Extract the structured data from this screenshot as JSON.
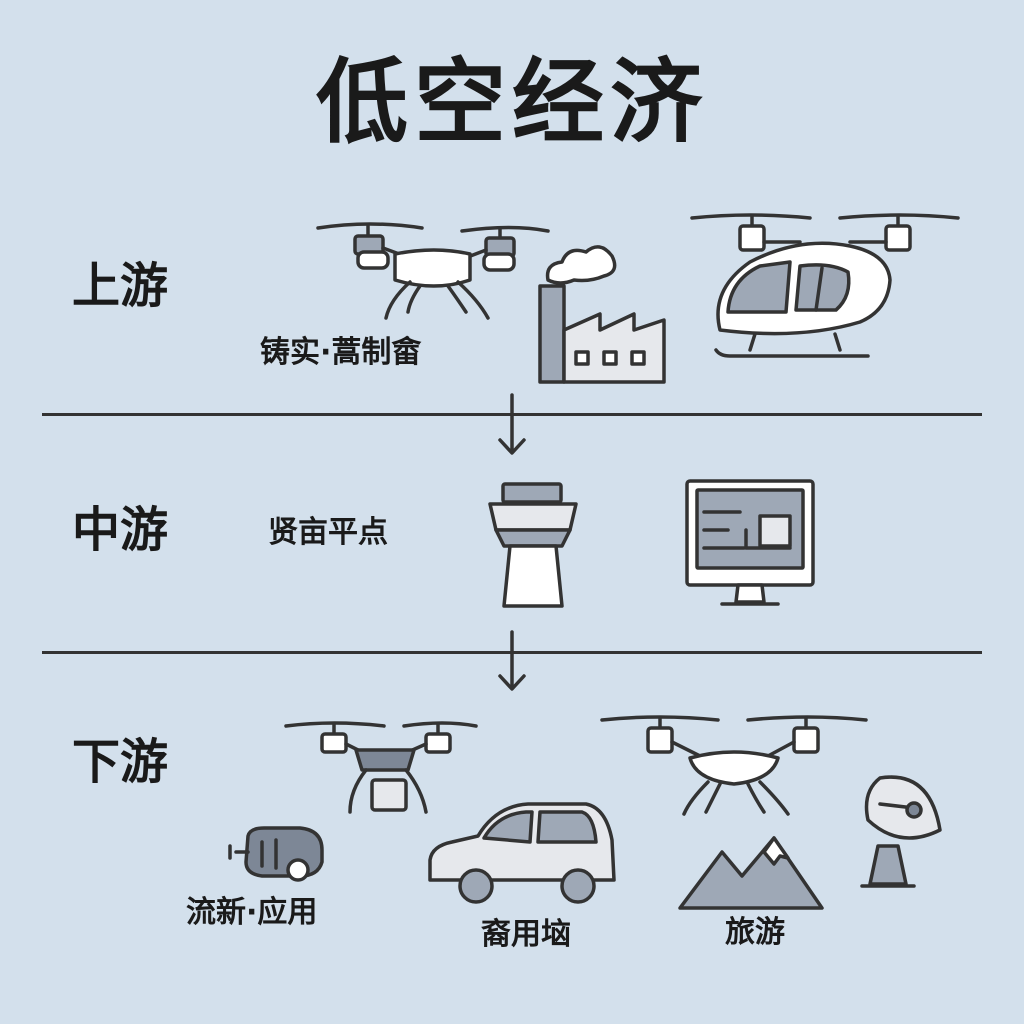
{
  "title": "低空经济",
  "tiers": {
    "upstream": {
      "label": "上游",
      "caption": "铸实·蒿制畲"
    },
    "midstream": {
      "label": "中游",
      "caption": "贤亩平点"
    },
    "downstream": {
      "label": "下游",
      "captions": {
        "logistics": "流新·应用",
        "commercial": "裔用垴",
        "tourism": "旅游"
      }
    }
  },
  "icons": [
    "quadcopter-drone-icon",
    "factory-icon",
    "evtol-aircraft-icon",
    "control-tower-icon",
    "monitor-dashboard-icon",
    "delivery-drone-icon",
    "robot-vacuum-icon",
    "car-icon",
    "passenger-drone-icon",
    "mountain-icon",
    "satellite-dish-icon",
    "arrow-down-icon"
  ],
  "colors": {
    "background": "#d3e0ec",
    "line": "#333333",
    "fill_gray": "#9ea8b6"
  }
}
